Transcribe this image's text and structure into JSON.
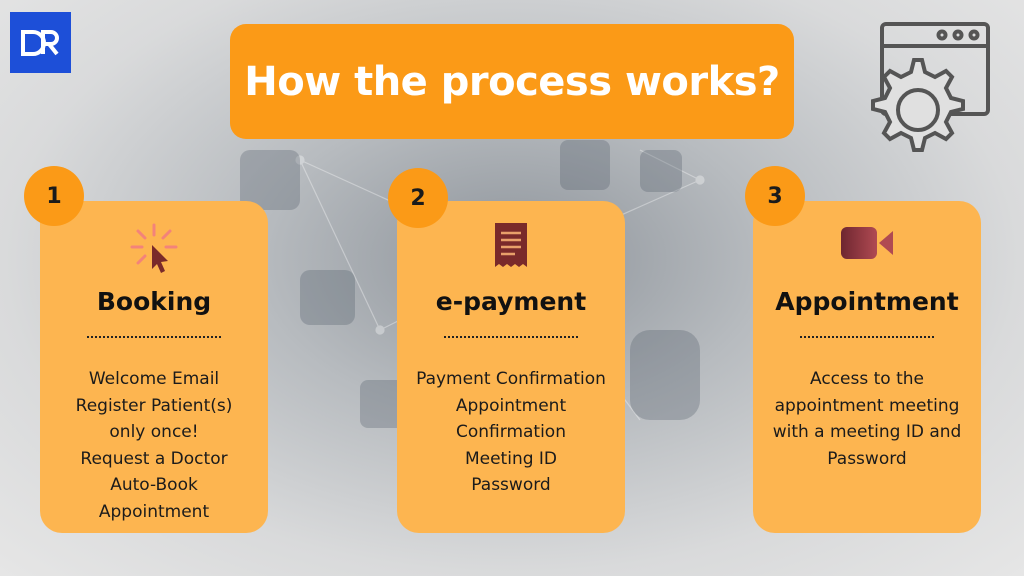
{
  "header": {
    "title": "How the process works?",
    "logo_icon": "dr-logo-icon",
    "settings_icon": "gear-window-icon"
  },
  "steps": [
    {
      "number": "1",
      "title": "Booking",
      "icon": "click-cursor-icon",
      "lines": [
        "Welcome Email",
        "Register Patient(s)",
        "only once!",
        "Request a Doctor",
        "Auto-Book",
        "Appointment"
      ]
    },
    {
      "number": "2",
      "title": "e-payment",
      "icon": "receipt-icon",
      "lines": [
        "Payment Confirmation",
        "Appointment",
        "Confirmation",
        "Meeting ID",
        "Password"
      ]
    },
    {
      "number": "3",
      "title": "Appointment",
      "icon": "video-camera-icon",
      "lines": [
        "Access to the",
        "appointment meeting",
        "with a meeting ID and",
        "Password"
      ]
    }
  ],
  "colors": {
    "accent": "#fb9a17",
    "card": "#fdb550",
    "logo": "#1d4fd8",
    "icon": "#7a2a2a"
  }
}
